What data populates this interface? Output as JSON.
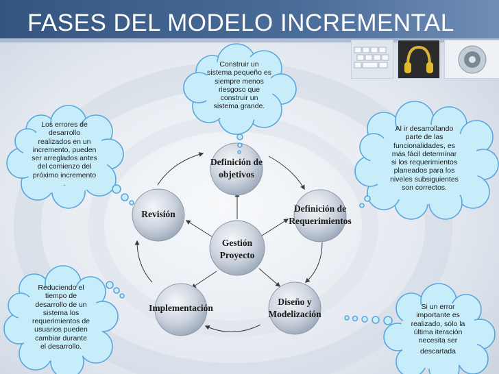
{
  "slide": {
    "title": "FASES DEL MODELO INCREMENTAL"
  },
  "diagram": {
    "center": {
      "line1": "Gestión",
      "line2": "Proyecto"
    },
    "phases": [
      {
        "line1": "Definición de",
        "line2": "objetivos"
      },
      {
        "line1": "Definición de",
        "line2": "Requerimientos"
      },
      {
        "line1": "Diseño y",
        "line2": "Modelización"
      },
      {
        "line1": "Implementación",
        "line2": ""
      },
      {
        "line1": "Revisión",
        "line2": ""
      }
    ]
  },
  "callouts": {
    "top": [
      "Construir un",
      "sistema pequeño es",
      "siempre menos",
      "riesgoso que",
      "construir un",
      "sistema grande."
    ],
    "left_top": [
      "Los errores de",
      "desarrollo",
      "realizados en un",
      "incremento, pueden",
      "ser arreglados antes",
      "del  comienzo del",
      "próximo incremento",
      "."
    ],
    "right_top": [
      "Al ir desarrollando",
      "parte de las",
      "funcionalidades, es",
      "más fácil determinar",
      "si los requerimientos",
      "planeados para los",
      "niveles subsiguientes",
      "son correctos."
    ],
    "left_bottom": [
      "Reduciendo el",
      "tiempo de",
      "desarrollo de un",
      "sistema  los",
      "requerimientos de",
      "usuarios pueden",
      "cambiar durante",
      "el desarrollo."
    ],
    "right_bottom": [
      "Si un error",
      "importante es",
      "realizado, sólo la",
      "última iteración",
      "necesita ser",
      "descartada"
    ]
  },
  "colors": {
    "title_band": "#3b5d8a",
    "cloud_fill": "#c7edfb",
    "cloud_stroke": "#5aa6dc",
    "node_fill": "#cfd6e0"
  }
}
